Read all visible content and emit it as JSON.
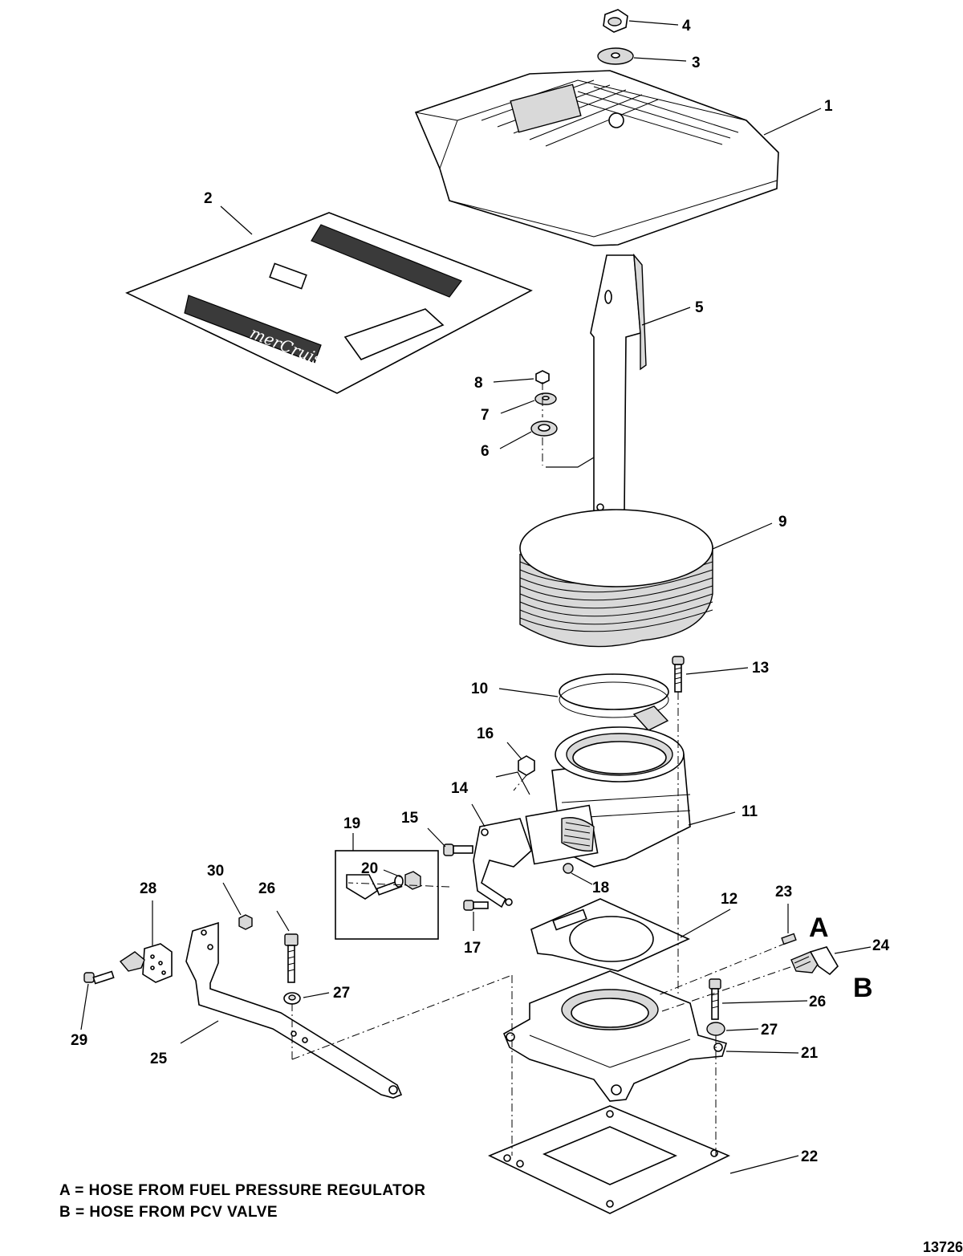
{
  "callouts": [
    {
      "id": "1",
      "text": "1"
    },
    {
      "id": "2",
      "text": "2"
    },
    {
      "id": "3",
      "text": "3"
    },
    {
      "id": "4",
      "text": "4"
    },
    {
      "id": "5",
      "text": "5"
    },
    {
      "id": "6",
      "text": "6"
    },
    {
      "id": "7",
      "text": "7"
    },
    {
      "id": "8",
      "text": "8"
    },
    {
      "id": "9",
      "text": "9"
    },
    {
      "id": "10",
      "text": "10"
    },
    {
      "id": "11",
      "text": "11"
    },
    {
      "id": "12",
      "text": "12"
    },
    {
      "id": "13",
      "text": "13"
    },
    {
      "id": "14",
      "text": "14"
    },
    {
      "id": "15",
      "text": "15"
    },
    {
      "id": "16",
      "text": "16"
    },
    {
      "id": "17",
      "text": "17"
    },
    {
      "id": "18",
      "text": "18"
    },
    {
      "id": "19",
      "text": "19"
    },
    {
      "id": "20",
      "text": "20"
    },
    {
      "id": "21",
      "text": "21"
    },
    {
      "id": "22",
      "text": "22"
    },
    {
      "id": "23",
      "text": "23"
    },
    {
      "id": "24",
      "text": "24"
    },
    {
      "id": "25",
      "text": "25"
    },
    {
      "id": "26a",
      "text": "26"
    },
    {
      "id": "26b",
      "text": "26"
    },
    {
      "id": "27a",
      "text": "27"
    },
    {
      "id": "27b",
      "text": "27"
    },
    {
      "id": "28",
      "text": "28"
    },
    {
      "id": "29",
      "text": "29"
    },
    {
      "id": "30",
      "text": "30"
    }
  ],
  "hose_labels": {
    "a": "A",
    "b": "B"
  },
  "legend": {
    "line_a": "A = HOSE FROM FUEL PRESSURE REGULATOR",
    "line_b": "B = HOSE FROM PCV VALVE"
  },
  "decal_brand": "merCruiser",
  "figure_number": "13726"
}
